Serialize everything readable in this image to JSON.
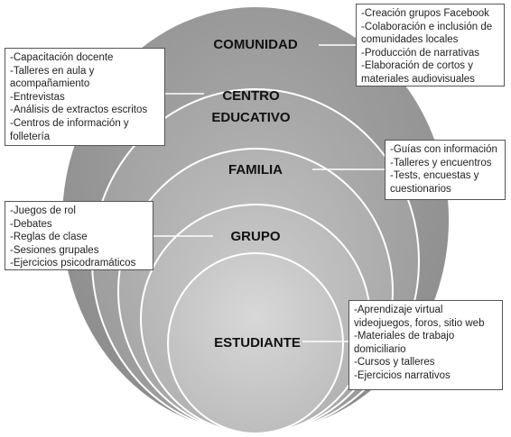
{
  "levels": [
    {
      "id": "comunidad",
      "label": "COMUNIDAD"
    },
    {
      "id": "centro",
      "label_line1": "CENTRO",
      "label_line2": "EDUCATIVO"
    },
    {
      "id": "familia",
      "label": "FAMILIA"
    },
    {
      "id": "grupo",
      "label": "GRUPO"
    },
    {
      "id": "estudiante",
      "label": "ESTUDIANTE"
    }
  ],
  "callouts": {
    "comunidad": [
      "-Creación grupos Facebook",
      "-Colaboración e inclusión de comunidades locales",
      "-Producción de narrativas",
      "-Elaboración de cortos y materiales audiovisuales"
    ],
    "centro": [
      "-Capacitación docente",
      "-Talleres en aula y acompañamiento",
      "-Entrevistas",
      "-Análisis de extractos escritos",
      "-Centros de información y folletería"
    ],
    "familia": [
      "-Guías con información",
      "-Talleres y encuentros",
      "-Tests, encuestas y cuestionarios"
    ],
    "grupo": [
      "-Juegos de rol",
      "-Debates",
      "-Reglas de clase",
      "-Sesiones grupales",
      "-Ejercicios psicodramáticos"
    ],
    "estudiante": [
      "-Aprendizaje virtual videojuegos, foros, sitio web",
      "-Materiales de trabajo domiciliario",
      "-Cursos y talleres",
      "-Ejercicios narrativos"
    ]
  }
}
